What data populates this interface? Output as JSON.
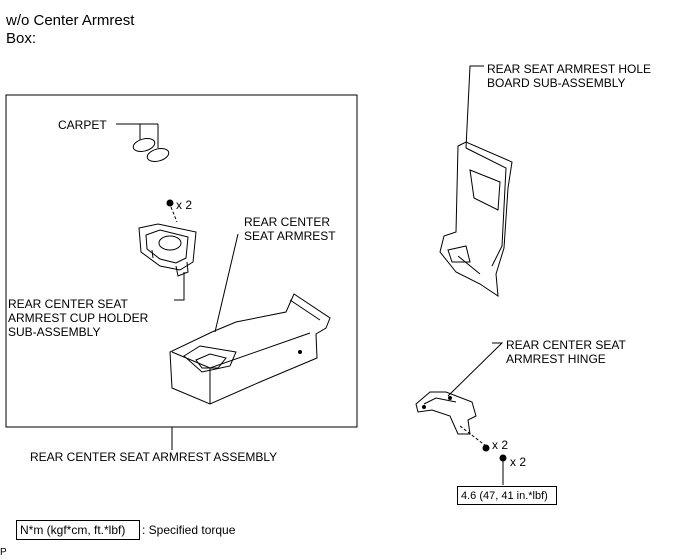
{
  "header": {
    "title_line1": "w/o Center Armrest",
    "title_line2": "Box:"
  },
  "labels": {
    "carpet": "CARPET",
    "qty_screw_1": "x 2",
    "rear_center_seat_armrest_l1": "REAR CENTER",
    "rear_center_seat_armrest_l2": "SEAT ARMREST",
    "cup_holder_l1": "REAR CENTER SEAT",
    "cup_holder_l2": "ARMREST CUP HOLDER",
    "cup_holder_l3": "SUB-ASSEMBLY",
    "assembly": "REAR CENTER SEAT ARMREST ASSEMBLY",
    "hole_board_l1": "REAR SEAT ARMREST HOLE",
    "hole_board_l2": "BOARD SUB-ASSEMBLY",
    "hinge_l1": "REAR CENTER SEAT",
    "hinge_l2": "ARMREST HINGE",
    "qty_nut": "x 2",
    "qty_bolt": "x 2",
    "torque_value": "4.6 (47, 41 in.*lbf)"
  },
  "legend": {
    "unit_box": "N*m (kgf*cm, ft.*lbf)",
    "unit_text": ": Specified torque"
  },
  "corner_mark": "P"
}
